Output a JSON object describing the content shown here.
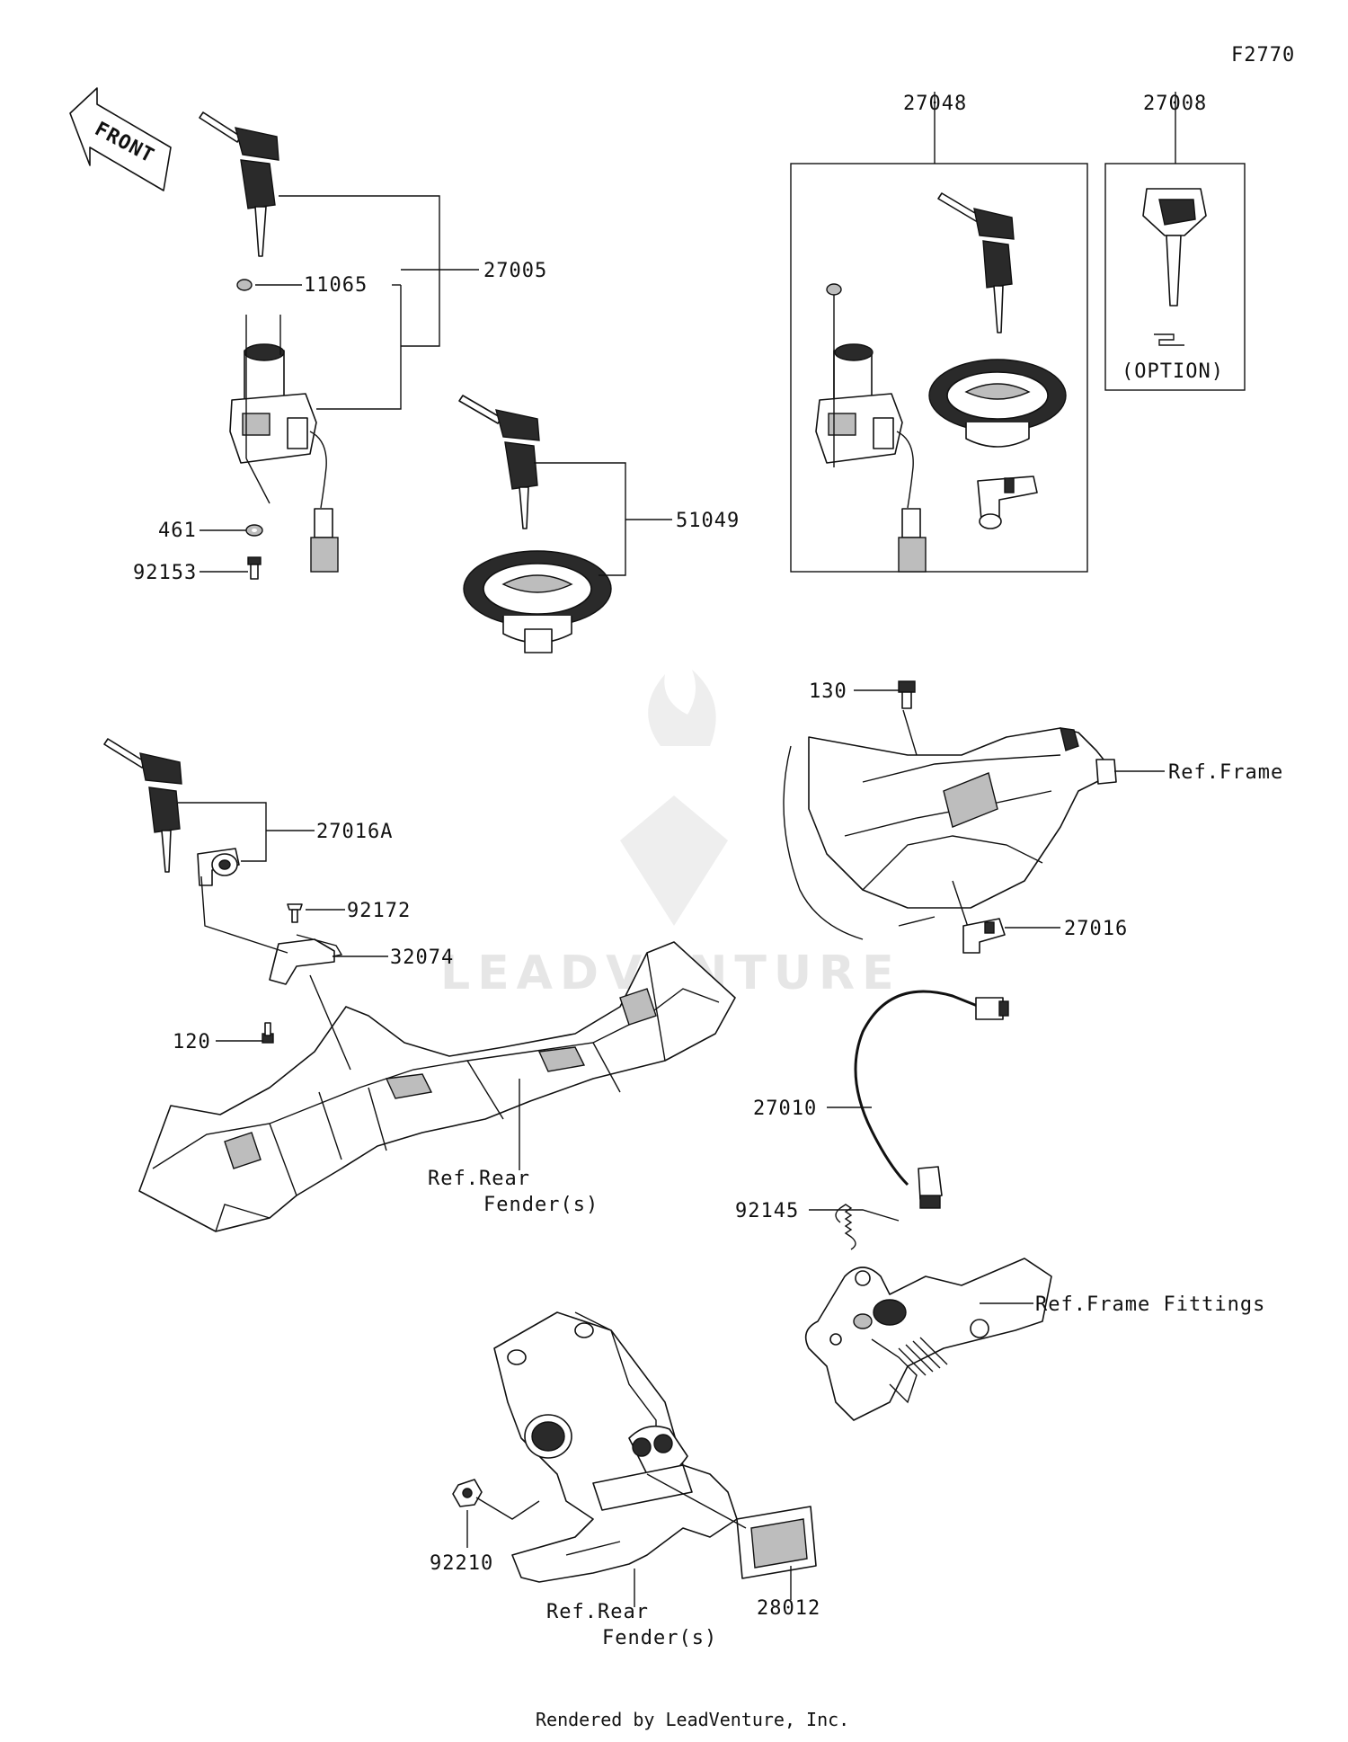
{
  "figure_id": "F2770",
  "front_label": "FRONT",
  "watermark": "LEADVENTURE",
  "footer": "Rendered by LeadVenture, Inc.",
  "callouts": {
    "p27048": "27048",
    "p27008": "27008",
    "p27005": "27005",
    "p11065": "11065",
    "p461": "461",
    "p92153": "92153",
    "p51049": "51049",
    "option": "(OPTION)",
    "p130": "130",
    "ref_frame": "Ref.Frame",
    "p27016": "27016",
    "p27016A": "27016A",
    "p92172": "92172",
    "p32074": "32074",
    "p120": "120",
    "ref_rear_fender_1a": "Ref.Rear",
    "ref_rear_fender_1b": "Fender(s)",
    "p27010": "27010",
    "p92145": "92145",
    "ref_frame_fittings": "Ref.Frame Fittings",
    "p92210": "92210",
    "p28012": "28012",
    "ref_rear_fender_2a": "Ref.Rear",
    "ref_rear_fender_2b": "Fender(s)"
  }
}
